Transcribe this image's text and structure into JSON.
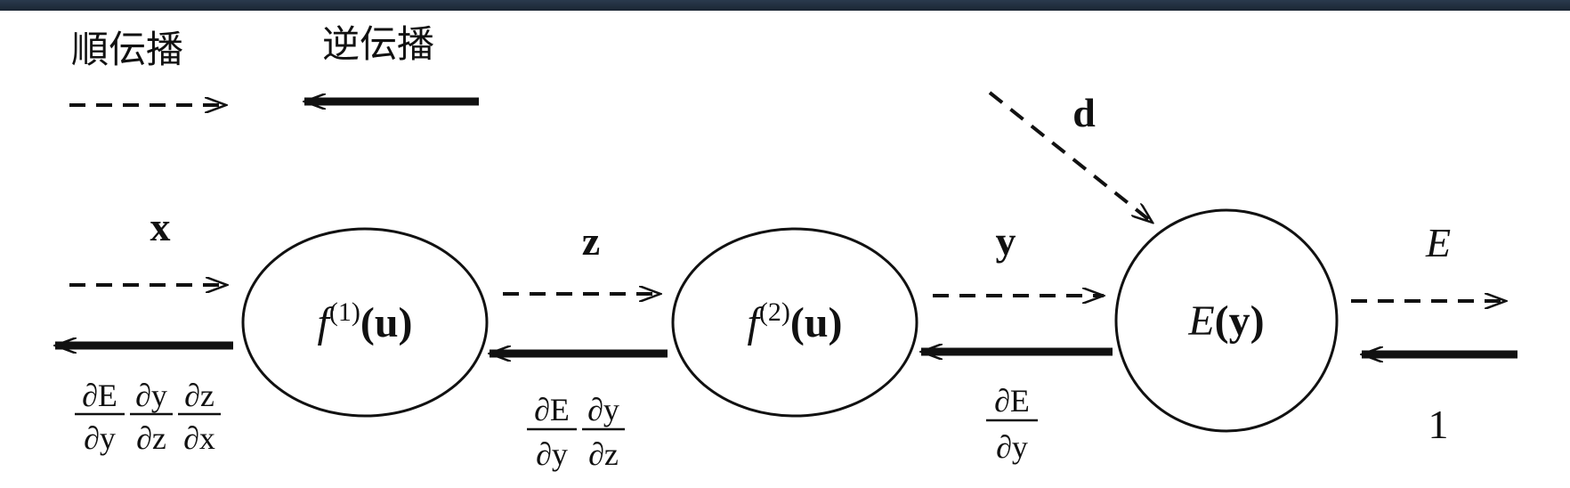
{
  "legend": {
    "forward_label": "順伝播",
    "backward_label": "逆伝播"
  },
  "nodes": {
    "f1": {
      "func": "f",
      "sup": "(1)",
      "arg": "(u)"
    },
    "f2": {
      "func": "f",
      "sup": "(2)",
      "arg": "(u)"
    },
    "e": {
      "func": "E",
      "arg": "(y)"
    }
  },
  "labels": {
    "x": "x",
    "z": "z",
    "y": "y",
    "d": "d",
    "E": "E",
    "one": "1"
  },
  "gradients": {
    "g1": [
      {
        "num": "∂E",
        "den": "∂y"
      },
      {
        "num": "∂y",
        "den": "∂z"
      },
      {
        "num": "∂z",
        "den": "∂x"
      }
    ],
    "g2": [
      {
        "num": "∂E",
        "den": "∂y"
      },
      {
        "num": "∂y",
        "den": "∂z"
      }
    ],
    "g3": [
      {
        "num": "∂E",
        "den": "∂y"
      }
    ]
  },
  "colors": {
    "ink": "#111111",
    "background": "#ffffff",
    "top_band": "#1f2b3a"
  }
}
